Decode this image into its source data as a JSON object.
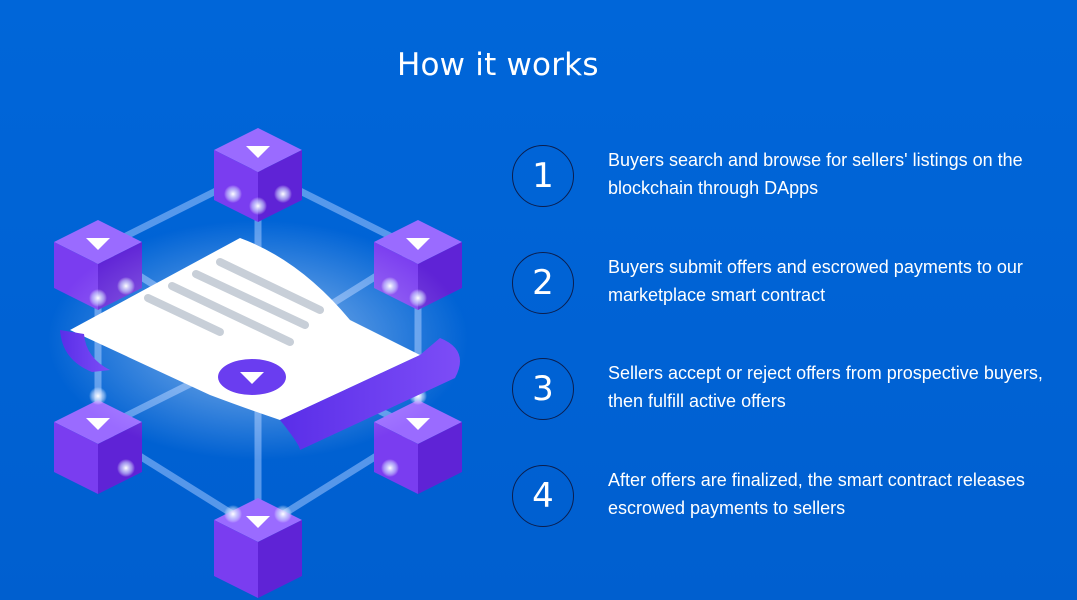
{
  "heading": "How it works",
  "steps": [
    {
      "number": "1",
      "text": "Buyers search and browse for sellers' listings on the blockchain through DApps"
    },
    {
      "number": "2",
      "text": "Buyers submit offers and escrowed payments to our marketplace smart contract"
    },
    {
      "number": "3",
      "text": "Sellers accept or reject offers from prospective buyers, then fulfill active offers"
    },
    {
      "number": "4",
      "text": "After offers are finalized, the smart contract releases escrowed payments to sellers"
    }
  ],
  "colors": {
    "background": "#0063d6",
    "cube_top": "#8b5cf6",
    "cube_side": "#6d28d9",
    "scroll_accent": "#6a3df0",
    "text": "#ffffff",
    "circle_border": "#0b1e4e"
  },
  "icons": {
    "illustration": "blockchain-smart-contract-illustration",
    "cube_mark": "ethereum-diamond-icon"
  }
}
